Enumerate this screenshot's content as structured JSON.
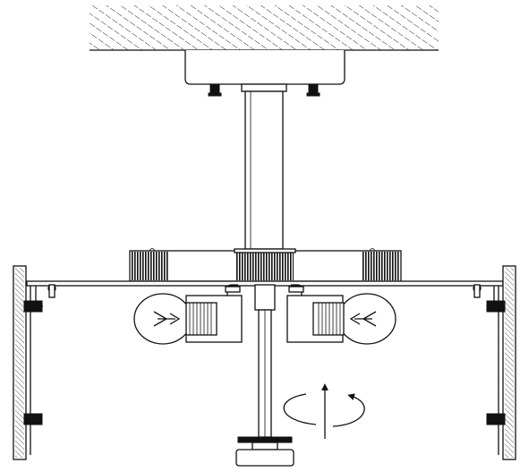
{
  "diagram": {
    "kind": "technical-line-drawing",
    "colors": {
      "line": "#111111",
      "background": "#ffffff"
    },
    "parts": [
      "ceiling",
      "ceiling-canopy",
      "canopy-screws",
      "down-rod",
      "fixture-hub",
      "fixture-plate",
      "bulb-left",
      "bulb-right",
      "socket-left",
      "socket-right",
      "side-panel-left",
      "side-panel-right",
      "center-rod",
      "bottom-finial",
      "rotation-arrow"
    ],
    "annotations": [
      {
        "icon": "rotate-counterclockwise-icon",
        "meaning": "rotation"
      }
    ]
  }
}
